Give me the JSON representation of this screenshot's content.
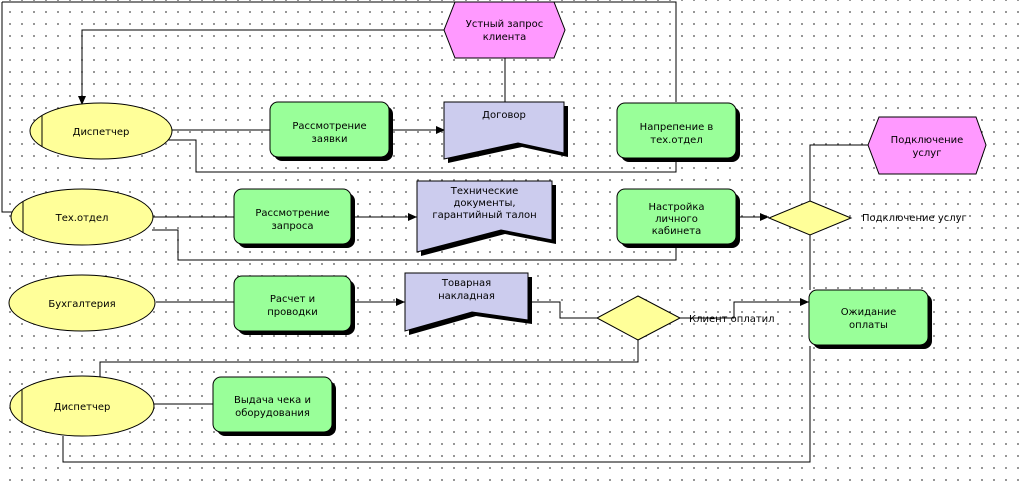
{
  "colors": {
    "event": "#ff99ff",
    "role": "#ffff99",
    "function": "#99ff99",
    "document": "#ccccee",
    "operator": "#ffff99",
    "line": "#000000"
  },
  "events": {
    "request": [
      "Устный запрос",
      "клиента"
    ],
    "connection": [
      "Подключение",
      "услуг"
    ]
  },
  "roles": {
    "dispatcher_top": "Диспетчер",
    "tech": "Тех.отдел",
    "accounting": "Бухгалтерия",
    "dispatcher_bottom": "Диспетчер"
  },
  "functions": {
    "review_request_form": [
      "Рассмотрение",
      "заявки"
    ],
    "send_tech": [
      "Напрепение в",
      "тех.отдел"
    ],
    "review_query": [
      "Рассмотрение",
      "запроса"
    ],
    "setup_account": [
      "Настройка",
      "личного",
      "кабинета"
    ],
    "calc": [
      "Расчет и",
      "проводки"
    ],
    "issue_receipt": [
      "Выдача чека и",
      "оборудования"
    ],
    "wait_payment": [
      "Ожидание",
      "оплаты"
    ]
  },
  "documents": {
    "contract": [
      "Договор"
    ],
    "tech_docs": [
      "Технические",
      "документы,",
      "гарантийный талон"
    ],
    "invoice": [
      "Товарная",
      "накладная"
    ]
  },
  "operators": {
    "connection_label": "Подключение услуг",
    "paid_label": "Клиент оплатил"
  }
}
